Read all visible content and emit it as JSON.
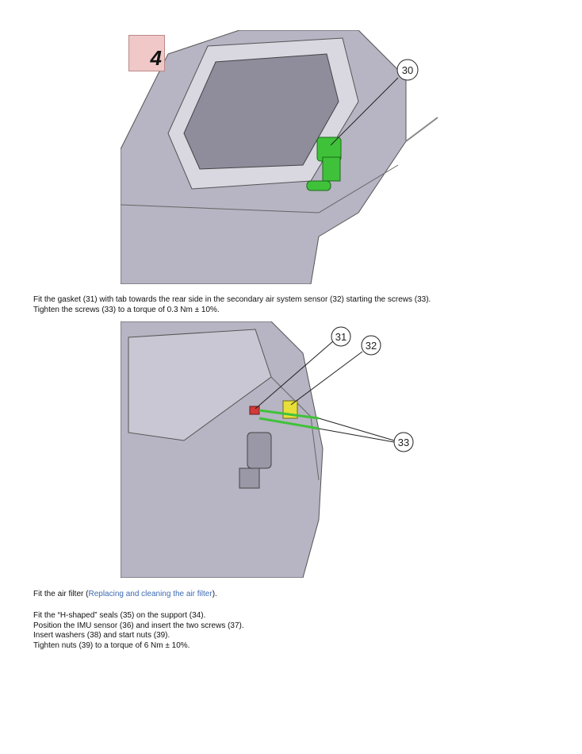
{
  "figures": [
    {
      "callouts": [
        "30"
      ],
      "badge_number": "4"
    },
    {
      "callouts": [
        "31",
        "32",
        "33"
      ]
    }
  ],
  "paragraphs": {
    "p1_line1": "Fit the gasket (31) with tab towards the rear side in the secondary air system sensor (32) starting the screws (33).",
    "p1_line2": "Tighten the screws (33) to a torque of 0.3 Nm ± 10%.",
    "p2_prefix": "Fit the air filter (",
    "p2_link": "Replacing and cleaning the air filter",
    "p2_suffix": ").",
    "p3_lines": [
      "Fit the “H-shaped” seals (35) on the support (34).",
      "Position the IMU sensor (36) and insert the two screws (37).",
      "Insert washers (38) and start nuts (39).",
      "Tighten nuts (39) to a torque of 6 Nm ± 10%."
    ]
  },
  "colors": {
    "link": "#3d6bb3",
    "part_green": "#3fc23a",
    "part_yellow": "#e8de3a",
    "part_red": "#d23a3a",
    "housing": "#b9b6c4"
  }
}
